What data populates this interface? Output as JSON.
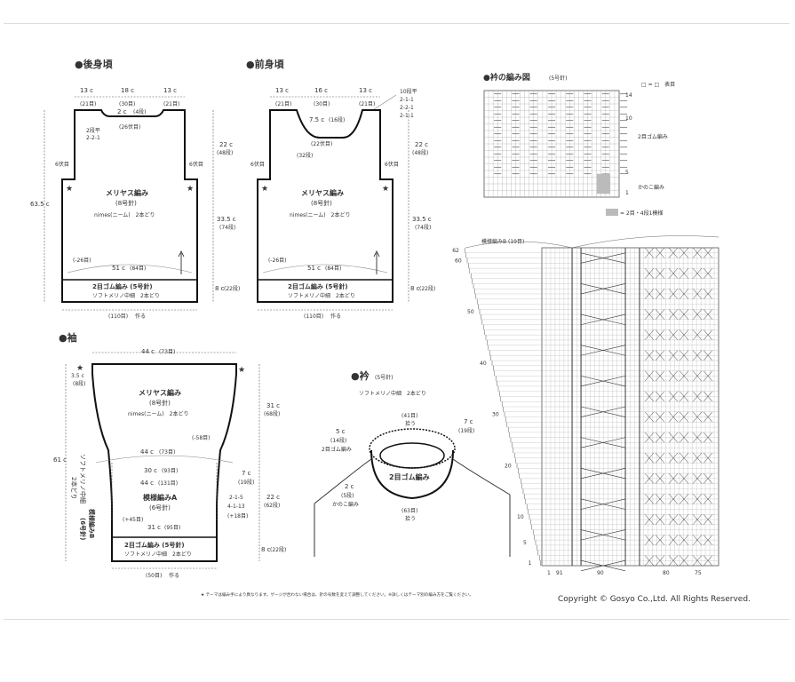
{
  "back": {
    "title": "●後身頃",
    "top_left": "13 c",
    "top_left_rows": "(21目)",
    "top_mid": "18 c",
    "top_mid_rows": "(30目)",
    "top_right": "13 c",
    "top_right_rows": "(21目)",
    "neck": "2 c",
    "neck_rows": "(4段)",
    "neck_sts": "(26伏目)",
    "neck_dec": "2段平",
    "neck_dec2": "2-2-1",
    "armhole_left": "6伏目",
    "armhole_right": "6伏目",
    "armhole_h": "22 c",
    "armhole_h_rows": "(48段)",
    "body_h": "33.5 c",
    "body_h_rows": "(74段)",
    "total_h": "63.5 c",
    "stitch": "メリヤス編み",
    "needle": "(8号針)",
    "yarn": "nimes(ニーム)　2本どり",
    "bot_inc": "(-26目)",
    "bot_width": "51 c",
    "bot_width_sts": "(84目)",
    "rib": "2目ゴム編み (5号針)",
    "rib_yarn": "ソフトメリノ中細　2本どり",
    "rib_h": "8 c",
    "rib_h_rows": "(22段)",
    "cast": "(110目)",
    "cast_label": "作る"
  },
  "front": {
    "title": "●前身頃",
    "top_left": "13 c",
    "top_left_rows": "(21目)",
    "top_mid": "16 c",
    "top_mid_rows": "(30目)",
    "top_right": "13 c",
    "top_right_rows": "(21目)",
    "neck_dec": "10段平",
    "dec1": "2-1-1",
    "dec2": "2-2-1",
    "dec3": "2-1-1",
    "neck_depth": "7.5 c",
    "neck_depth_rows": "(16段)",
    "neck_sts": "(22伏目)",
    "neck_side": "(32段)",
    "armhole_left": "6伏目",
    "armhole_right": "6伏目",
    "armhole_h": "22 c",
    "armhole_h_rows": "(48段)",
    "body_h": "33.5 c",
    "body_h_rows": "(74段)",
    "stitch": "メリヤス編み",
    "needle": "(8号針)",
    "yarn": "nimes(ニーム)　2本どり",
    "bot_inc": "(-26目)",
    "bot_width": "51 c",
    "bot_width_sts": "(84目)",
    "rib": "2目ゴム編み (5号針)",
    "rib_yarn": "ソフトメリノ中細　2本どり",
    "rib_h": "8 c",
    "rib_h_rows": "(22段)",
    "cast": "(110目)",
    "cast_label": "作る"
  },
  "sleeve": {
    "title": "●袖",
    "top_w": "44 c",
    "top_w_sts": "(73目)",
    "cap": "3.5 c",
    "cap_rows": "(8段)",
    "total_h": "61 c",
    "upper_h": "31 c",
    "upper_h_rows": "(68段)",
    "stitch": "メリヤス編み",
    "needle": "(8号針)",
    "yarn": "nimes(ニーム)　2本どり",
    "mid_w": "44 c",
    "mid_w_sts": "(73目)",
    "mid_dec": "(-58目)",
    "pat_w": "30 c",
    "pat_w_sts": "(93目)",
    "pat_w2": "44 c",
    "pat_w2_sts": "(131目)",
    "patA": "模様編みA",
    "patA_needle": "(6号針)",
    "side_h": "7 c",
    "side_h_rows": "(19段)",
    "side_inc": "2-1-5",
    "side_inc2": "4-1-13",
    "side_inc3": "(+18目)",
    "low_h": "22 c",
    "low_h_rows": "(62段)",
    "plus45": "(+45目)",
    "cuff_w": "31 c",
    "cuff_w_sts": "(95目)",
    "cuff": "2目ゴム編み (5号針)",
    "cuff_yarn": "ソフトメリノ中細　2本どり",
    "cuff_h": "8 c",
    "cuff_h_rows": "(22段)",
    "cast": "(50目)",
    "cast_label": "作る",
    "vert1": "ソフトメリノ中細",
    "vert2": "2本どり",
    "vert3": "模様編みB",
    "vert4": "(6号針)"
  },
  "collar": {
    "title": "●衿",
    "needle": "(5号針)",
    "yarn": "ソフトメリノ中細　2本どり",
    "top_sts": "(41目)",
    "top_label": "拾う",
    "left_h": "5 c",
    "left_rows": "(14段)",
    "left_label": "2目ゴム編み",
    "right_h": "7 c",
    "right_rows": "(19段)",
    "center": "2目ゴム編み",
    "side_h": "2 c",
    "side_rows": "(5段)",
    "side_label": "かのこ編み",
    "bot_sts": "(63目)",
    "bot_label": "拾う"
  },
  "collar_chart": {
    "title": "●衿の編み図",
    "needle": "(5号針)",
    "legend1": "□ = □　表目",
    "label_rib": "2目ゴム編み",
    "label_kanoko": "かのこ編み",
    "legend2": "= 2目・4段1模様",
    "row14": "14",
    "row10": "10",
    "row5": "5",
    "row1": "1"
  },
  "pattern_chart": {
    "title": "模様編みB (19目)",
    "rows": [
      "62",
      "60",
      "50",
      "40",
      "30",
      "20",
      "10",
      "5",
      "1"
    ],
    "cols": [
      "1",
      "91",
      "90",
      "80",
      "75"
    ]
  },
  "footer": {
    "note": "★ テーマは編み手により異なります。ゲージが合わない場合は、針の号数を変えて調整してください。※詳しくはテーマ別の編み方をご覧ください。",
    "copyright": "Copyright © Gosyo Co.,Ltd. All Rights Reserved."
  }
}
